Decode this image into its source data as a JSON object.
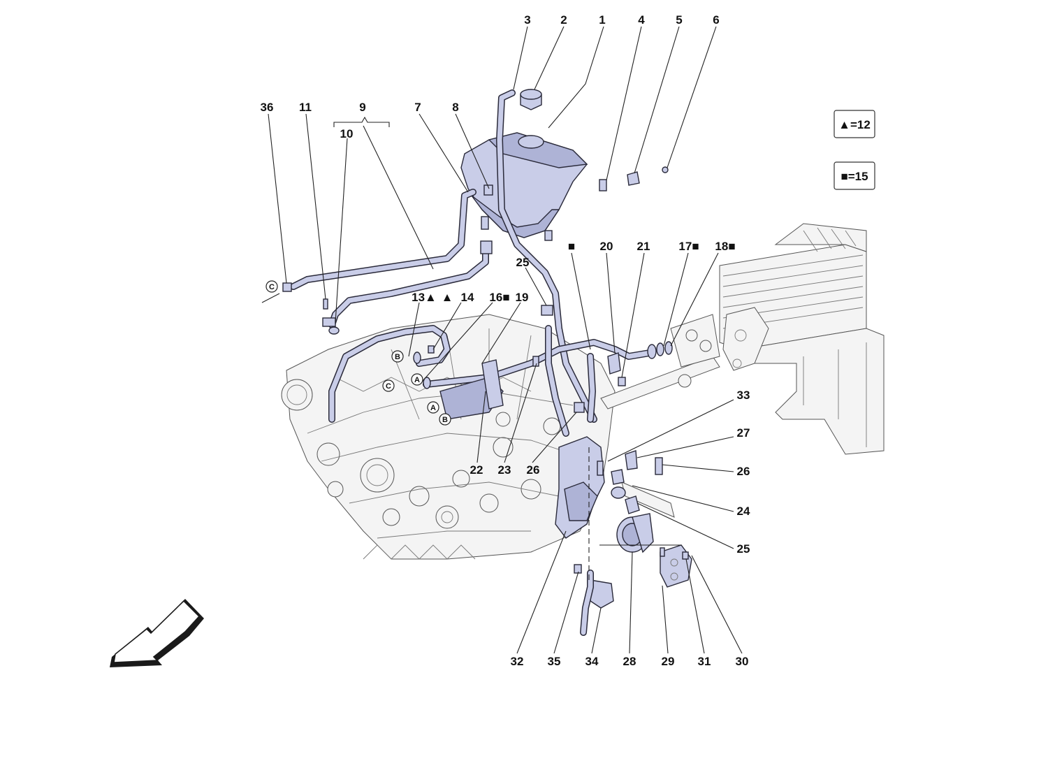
{
  "legend": {
    "triangle": {
      "symbol": "▲",
      "text": "=12"
    },
    "square": {
      "symbol": "■",
      "text": "=15"
    }
  },
  "callouts": {
    "c1": "1",
    "c2": "2",
    "c3": "3",
    "c4": "4",
    "c5": "5",
    "c6": "6",
    "c7": "7",
    "c8": "8",
    "c9": "9",
    "c10": "10",
    "c11": "11",
    "c36": "36",
    "c13": "13▲",
    "c13b": "▲",
    "c14": "14",
    "c16": "16■",
    "c19": "19",
    "c25a": "25",
    "csq": "■",
    "c20": "20",
    "c21": "21",
    "c17": "17■",
    "c18": "18■",
    "c33": "33",
    "c27": "27",
    "c26b": "26",
    "c24": "24",
    "c25b": "25",
    "c22": "22",
    "c23": "23",
    "c26a": "26",
    "c32": "32",
    "c35": "35",
    "c34": "34",
    "c28": "28",
    "c29": "29",
    "c31": "31",
    "c30": "30"
  },
  "refs": {
    "a": "A",
    "b": "B",
    "c": "C"
  }
}
